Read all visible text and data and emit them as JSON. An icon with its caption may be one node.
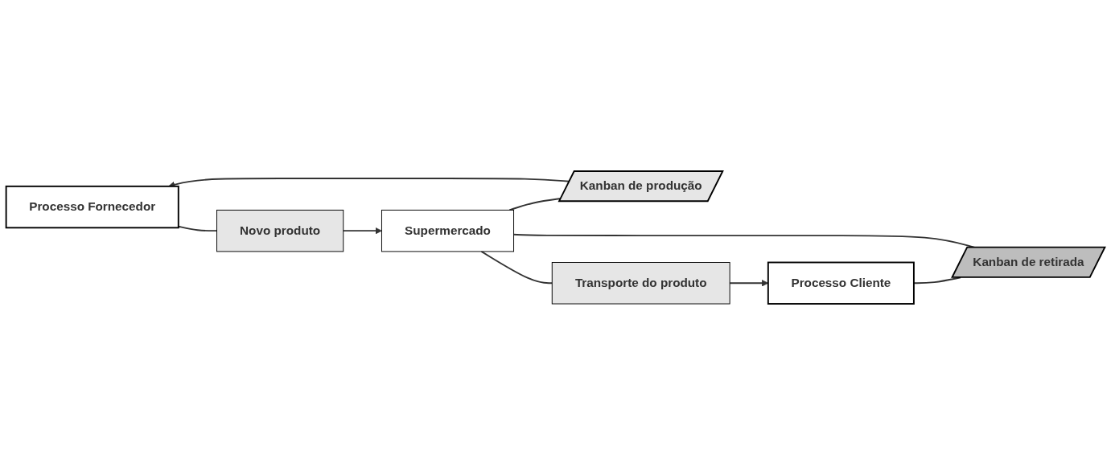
{
  "diagram": {
    "nodes": [
      {
        "text": [
          "Processo Fornecedor"
        ]
      },
      {
        "text": [
          "Kanban de produção"
        ]
      },
      {
        "text": [
          "Kanban de retirada"
        ]
      },
      {
        "text": [
          "Supermercado"
        ]
      },
      {
        "text": [
          "Novo produto"
        ]
      },
      {
        "text": [
          "Transporte do produto"
        ]
      },
      {
        "text": [
          "Processo Cliente"
        ]
      }
    ],
    "edges": [
      {
        "from": 0,
        "to": 4,
        "arrow": "none"
      },
      {
        "from": 4,
        "to": 3,
        "arrow": "to"
      },
      {
        "from": 3,
        "to": 5,
        "arrow": "none"
      },
      {
        "from": 5,
        "to": 6,
        "arrow": "to"
      },
      {
        "from": 6,
        "to": 2,
        "arrow": "none"
      },
      {
        "from": 2,
        "to": 3,
        "arrow": "none"
      },
      {
        "from": 3,
        "to": 1,
        "arrow": "none"
      },
      {
        "from": 1,
        "to": 0,
        "arrow": "to"
      }
    ]
  }
}
